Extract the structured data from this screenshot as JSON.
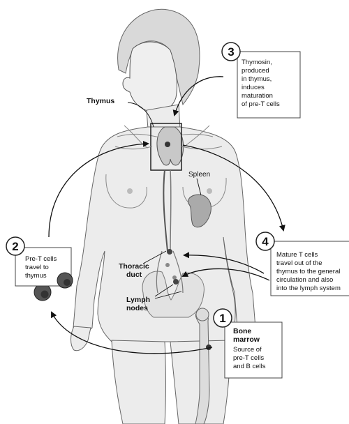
{
  "labels": {
    "thymus": "Thymus",
    "spleen": "Spleen",
    "thoracic_duct": [
      "Thoracic",
      "duct"
    ],
    "lymph_nodes": [
      "Lymph",
      "nodes"
    ]
  },
  "steps": [
    {
      "number": "1",
      "title_lines": [
        "Bone",
        "marrow"
      ],
      "lines": [
        "Source of",
        "pre-T cells",
        "and B cells"
      ]
    },
    {
      "number": "2",
      "title_lines": [],
      "lines": [
        "Pre-T cells",
        "travel to",
        "thymus"
      ]
    },
    {
      "number": "3",
      "title_lines": [],
      "lines": [
        "Thymosin,",
        "produced",
        "in thymus,",
        "induces",
        "maturation",
        "of pre-T cells"
      ]
    },
    {
      "number": "4",
      "title_lines": [],
      "lines": [
        "Mature T cells",
        "travel out of the",
        "thymus to the general",
        "circulation and also",
        "into the lymph system"
      ]
    }
  ]
}
